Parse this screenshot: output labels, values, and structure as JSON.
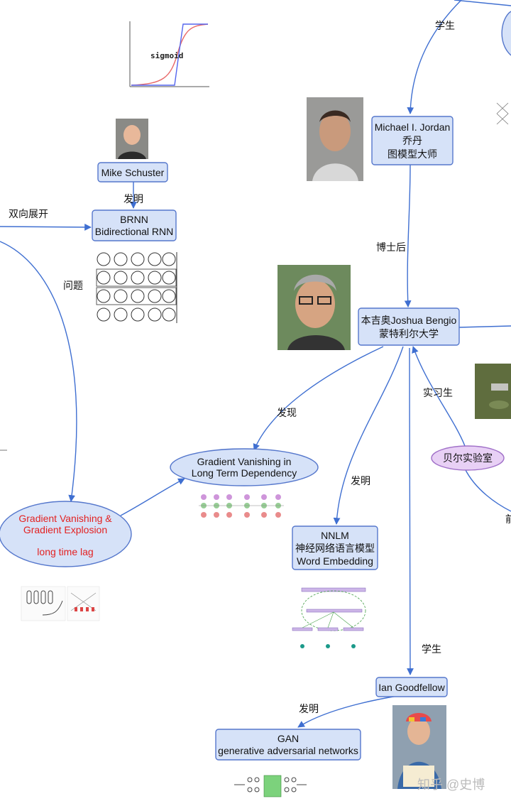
{
  "nodes": {
    "mike_schuster": "Mike Schuster",
    "brnn": [
      "BRNN",
      "Bidirectional RNN"
    ],
    "michael_jordan": [
      "Michael I. Jordan",
      "乔丹",
      "图模型大师"
    ],
    "bengio": [
      "本吉奥Joshua Bengio",
      "蒙特利尔大学"
    ],
    "gv_long_term": [
      "Gradient Vanishing in",
      "Long Term Dependency"
    ],
    "gv_explosion": [
      "Gradient Vanishing &",
      "Gradient Explosion",
      "",
      "long time lag"
    ],
    "nnlm": [
      "NNLM",
      "神经网络语言模型",
      "Word Embedding"
    ],
    "bell_labs": "贝尔实验室",
    "goodfellow": "Ian Goodfellow",
    "gan": [
      "GAN",
      "generative adversarial networks"
    ]
  },
  "edge_labels": {
    "student_top": "学生",
    "invented_brnn": "发明",
    "bidirectional_expand": "双向展开",
    "problem": "问题",
    "postdoc": "博士后",
    "discovered": "发现",
    "intern": "实习生",
    "invented_nnlm": "发明",
    "student_goodfellow": "学生",
    "invented_gan": "发明",
    "cut_off_right": "前"
  },
  "thumbnails": {
    "sigmoid_label": "sigmoid"
  },
  "colors": {
    "node_fill": "#d6e2f8",
    "node_stroke": "#5577cc",
    "edge": "#3f6fd1",
    "pink_node": "#e8d0f5",
    "red_text": "#e32222"
  },
  "watermark": "知乎 @史博"
}
